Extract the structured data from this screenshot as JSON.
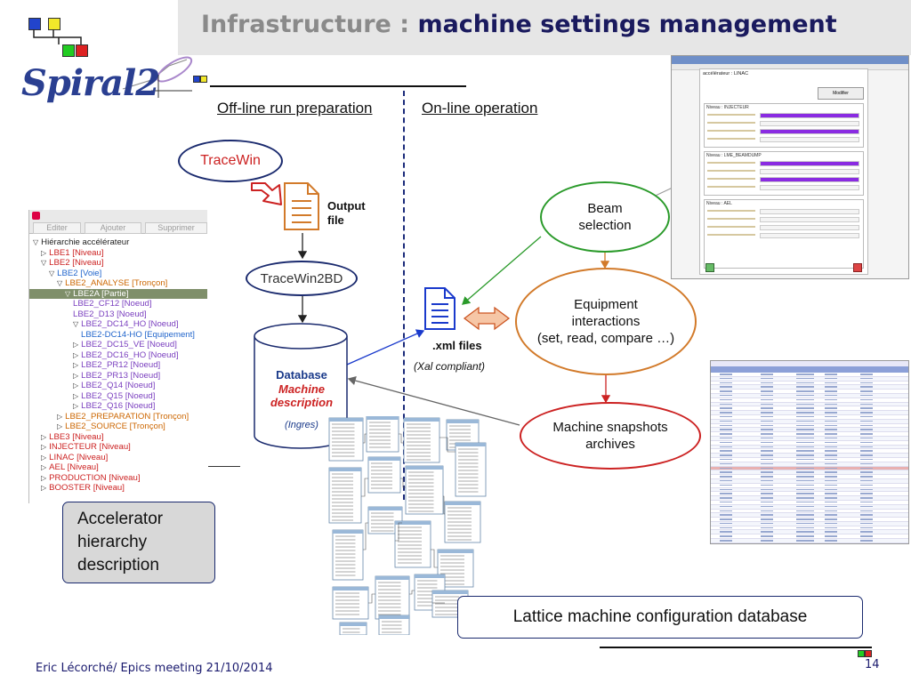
{
  "title": {
    "part1": "Infrastructure",
    "sep": " : ",
    "part2": "machine settings management"
  },
  "logo": {
    "text": "Spiral2"
  },
  "columns": {
    "offline": "Off-line run preparation",
    "online": "On-line operation"
  },
  "nodes": {
    "tracewin": "TraceWin",
    "output_file": [
      "Output",
      "file"
    ],
    "tracewin2bd": "TraceWin2BD",
    "database": {
      "line1": "Database",
      "line2": "Machine",
      "line3": "description",
      "line4": "(Ingres)"
    },
    "xml_files": ".xml files",
    "xal_compliant": "(Xal compliant)",
    "beam_selection": [
      "Beam",
      "selection"
    ],
    "equipment_interactions": [
      "Equipment",
      "interactions",
      "(set, read, compare …)"
    ],
    "machine_snapshots": [
      "Machine snapshots",
      "archives"
    ]
  },
  "tree": {
    "toolbar": [
      "Editer",
      "Ajouter",
      "Supprimer"
    ],
    "rows": [
      {
        "text": "Hiérarchie accélérateur",
        "indent": 0,
        "tri": "▽",
        "color": "#222222"
      },
      {
        "text": "LBE1 [Niveau]",
        "indent": 1,
        "tri": "▷",
        "color": "#cc2222"
      },
      {
        "text": "LBE2 [Niveau]",
        "indent": 1,
        "tri": "▽",
        "color": "#cc2222"
      },
      {
        "text": "LBE2 [Voie]",
        "indent": 2,
        "tri": "▽",
        "color": "#2266cc"
      },
      {
        "text": "LBE2_ANALYSE [Tronçon]",
        "indent": 3,
        "tri": "▽",
        "color": "#cc6600"
      },
      {
        "text": "LBE2A [Partie]",
        "indent": 4,
        "tri": "▽",
        "color": "#ffffff",
        "selected": true
      },
      {
        "text": "LBE2_CF12 [Noeud]",
        "indent": 5,
        "tri": "",
        "color": "#7a3fbf"
      },
      {
        "text": "LBE2_D13 [Noeud]",
        "indent": 5,
        "tri": "",
        "color": "#7a3fbf"
      },
      {
        "text": "LBE2_DC14_HO [Noeud]",
        "indent": 5,
        "tri": "▽",
        "color": "#7a3fbf"
      },
      {
        "text": "LBE2-DC14-HO [Equipement]",
        "indent": 6,
        "tri": "",
        "color": "#2266cc"
      },
      {
        "text": "LBE2_DC15_VE [Noeud]",
        "indent": 5,
        "tri": "▷",
        "color": "#7a3fbf"
      },
      {
        "text": "LBE2_DC16_HO [Noeud]",
        "indent": 5,
        "tri": "▷",
        "color": "#7a3fbf"
      },
      {
        "text": "LBE2_PR12 [Noeud]",
        "indent": 5,
        "tri": "▷",
        "color": "#7a3fbf"
      },
      {
        "text": "LBE2_PR13 [Noeud]",
        "indent": 5,
        "tri": "▷",
        "color": "#7a3fbf"
      },
      {
        "text": "LBE2_Q14 [Noeud]",
        "indent": 5,
        "tri": "▷",
        "color": "#7a3fbf"
      },
      {
        "text": "LBE2_Q15 [Noeud]",
        "indent": 5,
        "tri": "▷",
        "color": "#7a3fbf"
      },
      {
        "text": "LBE2_Q16 [Noeud]",
        "indent": 5,
        "tri": "▷",
        "color": "#7a3fbf"
      },
      {
        "text": "LBE2_PREPARATION [Tronçon]",
        "indent": 3,
        "tri": "▷",
        "color": "#cc6600"
      },
      {
        "text": "LBE2_SOURCE [Tronçon]",
        "indent": 3,
        "tri": "▷",
        "color": "#cc6600"
      },
      {
        "text": "LBE3 [Niveau]",
        "indent": 1,
        "tri": "▷",
        "color": "#cc2222"
      },
      {
        "text": "INJECTEUR [Niveau]",
        "indent": 1,
        "tri": "▷",
        "color": "#cc2222"
      },
      {
        "text": "LINAC [Niveau]",
        "indent": 1,
        "tri": "▷",
        "color": "#cc2222"
      },
      {
        "text": "AEL [Niveau]",
        "indent": 1,
        "tri": "▷",
        "color": "#cc2222"
      },
      {
        "text": "PRODUCTION [Niveau]",
        "indent": 1,
        "tri": "▷",
        "color": "#cc2222"
      },
      {
        "text": "BOOSTER [Niveau]",
        "indent": 1,
        "tri": "▷",
        "color": "#cc2222"
      }
    ]
  },
  "callouts": {
    "accelerator": [
      "Accelerator",
      "hierarchy",
      "description"
    ],
    "lattice": "Lattice machine configuration database"
  },
  "screenshot_top": {
    "title_text": "accélérateur : LINAC",
    "sections": [
      "Niveau : INJECTEUR",
      "Niveau : LME_BEAMDUMP",
      "Niveau : AEL"
    ],
    "button": "Modifier"
  },
  "footer": {
    "author": "Eric Lécorché/ Epics meeting 21/10/2014",
    "page": "14"
  },
  "colors": {
    "tracewin": "#cc2222",
    "beam_selection": "#2a9a2a",
    "equipment": "#d27a2a",
    "snapshots": "#cc2222",
    "database": "#1a3a8a",
    "callout_border": "#1a2a6e"
  }
}
